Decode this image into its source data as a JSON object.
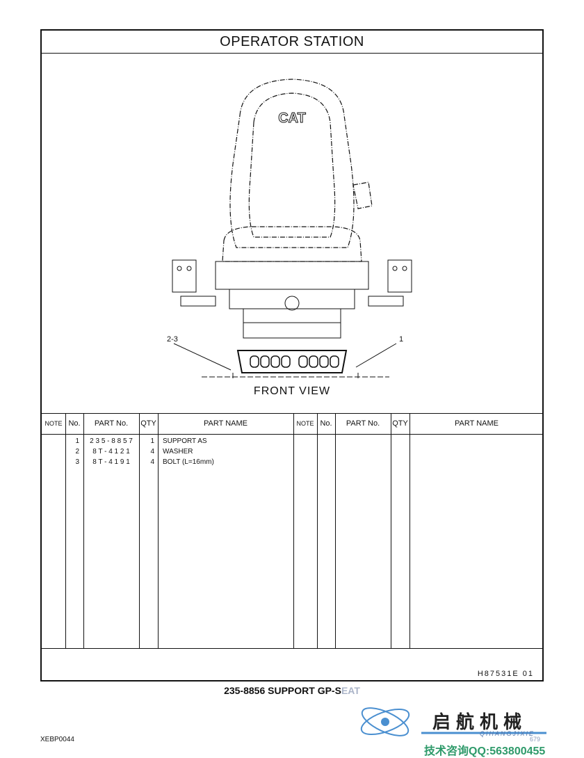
{
  "header": {
    "title": "OPERATOR   STATION"
  },
  "drawing": {
    "view_label": "FRONT  VIEW",
    "brand_mark": "CAT",
    "callouts": [
      {
        "label": "2-3"
      },
      {
        "label": "1"
      }
    ]
  },
  "table": {
    "columns": [
      "NOTE",
      "No.",
      "PART No.",
      "QTY",
      "PART NAME",
      "NOTE",
      "No.",
      "PART No.",
      "QTY",
      "PART NAME"
    ],
    "rows": [
      {
        "no": "1",
        "part_no": "2 3 5 - 8 8 5 7",
        "qty": "1",
        "name": "SUPPORT AS"
      },
      {
        "no": "2",
        "part_no": "8 T - 4 1 2 1",
        "qty": "4",
        "name": "WASHER"
      },
      {
        "no": "3",
        "part_no": "8 T - 4 1 9 1",
        "qty": "4",
        "name": "BOLT (L=16mm)"
      }
    ]
  },
  "footer": {
    "ref": "H87531E   01"
  },
  "caption": {
    "main": "235-8856  SUPPORT  GP-S",
    "faded": "EAT"
  },
  "doc_code": "XEBP0044",
  "watermark": {
    "name": "启航机械",
    "sub": "QIHANGJIXIE",
    "page": "679",
    "contact": "技术咨询QQ:563800455"
  }
}
